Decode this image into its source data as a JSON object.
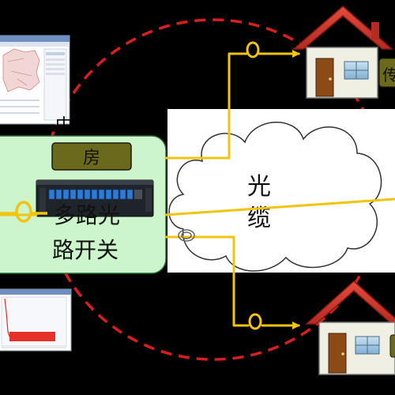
{
  "labels": {
    "center_partial_char": "中",
    "room_tag": "房",
    "switch_line1": "多路光",
    "switch_line2": "路开关",
    "cable_line1": "光",
    "cable_line2": "缆",
    "right_edge_char": "传"
  },
  "icons": {
    "top_left": "map-screenshot-icon",
    "bottom_left": "otdr-trace-screenshot-icon",
    "device": "optical-switch-rack-icon",
    "houses": "house-icon",
    "cloud": "cloud-icon",
    "coil": "fiber-coil-icon"
  },
  "colors": {
    "background": "#000000",
    "dashed_arc": "#d81e1e",
    "fiber_line": "#f1c40f",
    "panel_fill": "#ccf5cc",
    "room_tag_fill": "#6b6a1c",
    "house_roof": "#d7392c",
    "house_wall": "#f0efe4",
    "house_door": "#8b4a16",
    "house_window": "#9cc3de",
    "cloud_fill": "#ffffff"
  }
}
